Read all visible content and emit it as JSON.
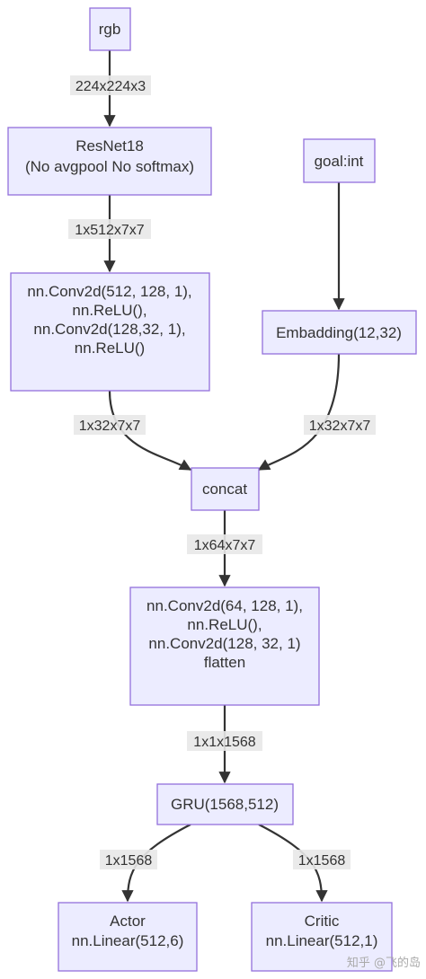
{
  "diagram": {
    "nodes": {
      "rgb": {
        "lines": [
          "rgb"
        ]
      },
      "resnet": {
        "lines": [
          "ResNet18",
          "(No avgpool No softmax)"
        ]
      },
      "goal": {
        "lines": [
          "goal:int"
        ]
      },
      "conv1": {
        "lines": [
          "nn.Conv2d(512, 128, 1),",
          "nn.ReLU(),",
          "nn.Conv2d(128,32, 1),",
          "nn.ReLU()"
        ]
      },
      "embed": {
        "lines": [
          "Embadding(12,32)"
        ]
      },
      "concat": {
        "lines": [
          "concat"
        ]
      },
      "conv2": {
        "lines": [
          "nn.Conv2d(64, 128, 1),",
          "nn.ReLU(),",
          "nn.Conv2d(128, 32, 1)",
          "flatten"
        ]
      },
      "gru": {
        "lines": [
          "GRU(1568,512)"
        ]
      },
      "actor": {
        "lines": [
          "Actor",
          "nn.Linear(512,6)"
        ]
      },
      "critic": {
        "lines": [
          "Critic",
          "nn.Linear(512,1)"
        ]
      }
    },
    "edges": [
      {
        "id": "rgb-resnet",
        "from": "rgb",
        "to": "resnet",
        "label": "224x224x3"
      },
      {
        "id": "resnet-conv1",
        "from": "resnet",
        "to": "conv1",
        "label": "1x512x7x7"
      },
      {
        "id": "goal-embed",
        "from": "goal",
        "to": "embed",
        "label": ""
      },
      {
        "id": "conv1-concat",
        "from": "conv1",
        "to": "concat",
        "label": "1x32x7x7"
      },
      {
        "id": "embed-concat",
        "from": "embed",
        "to": "concat",
        "label": "1x32x7x7"
      },
      {
        "id": "concat-conv2",
        "from": "concat",
        "to": "conv2",
        "label": "1x64x7x7"
      },
      {
        "id": "conv2-gru",
        "from": "conv2",
        "to": "gru",
        "label": "1x1x1568"
      },
      {
        "id": "gru-actor",
        "from": "gru",
        "to": "actor",
        "label": "1x1568"
      },
      {
        "id": "gru-critic",
        "from": "gru",
        "to": "critic",
        "label": "1x1568"
      }
    ]
  },
  "watermark": "知乎 @飞的岛",
  "colors": {
    "node_fill": "#ECECFF",
    "node_stroke": "#9370DB",
    "edge": "#333333",
    "label_bg": "#e8e8e8"
  }
}
